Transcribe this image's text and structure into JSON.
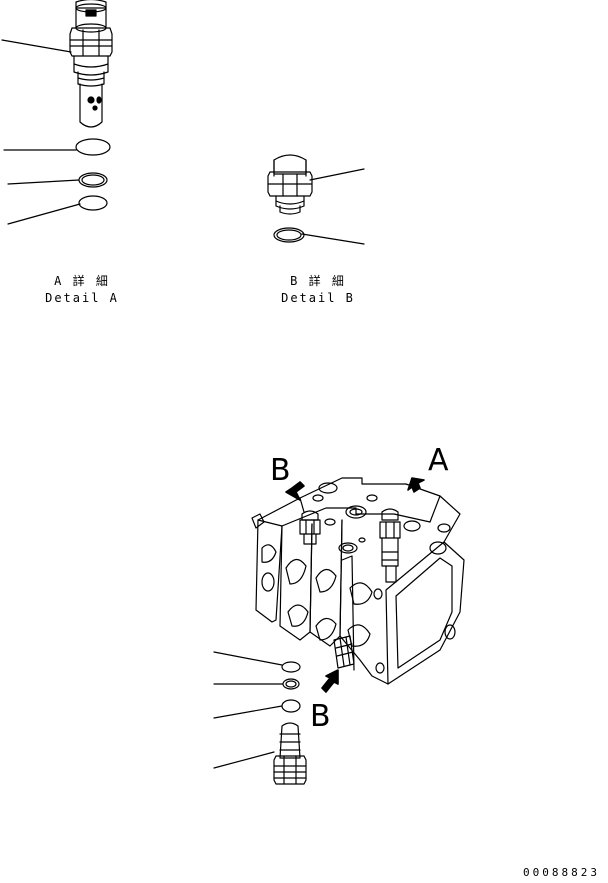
{
  "detail_a": {
    "title_jp": "A 詳 細",
    "title_en": "Detail A"
  },
  "detail_b": {
    "title_jp": "B 詳 細",
    "title_en": "Detail B"
  },
  "view_labels": {
    "a": "A",
    "b_top": "B",
    "b_bottom": "B"
  },
  "drawing_code": "00088823"
}
